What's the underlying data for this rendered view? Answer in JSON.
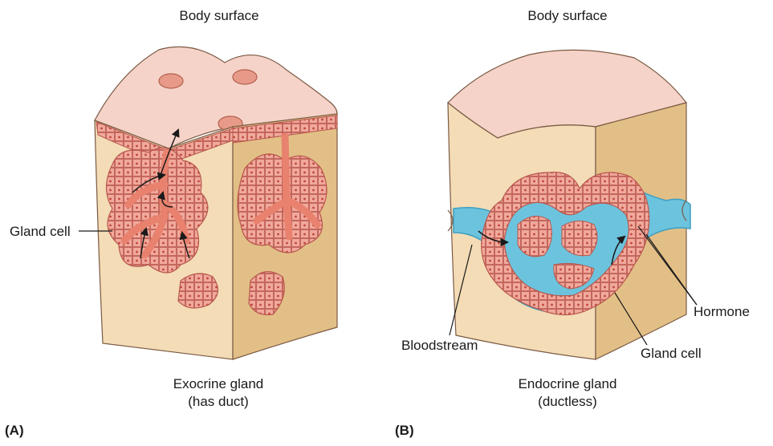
{
  "panels": [
    {
      "id": "A",
      "tag": "(A)",
      "top_label": "Body surface",
      "caption_line1": "Exocrine gland",
      "caption_line2": "(has duct)",
      "callouts": {
        "gland_cell": "Gland cell"
      }
    },
    {
      "id": "B",
      "tag": "(B)",
      "top_label": "Body surface",
      "caption_line1": "Endocrine gland",
      "caption_line2": "(ductless)",
      "callouts": {
        "bloodstream": "Bloodstream",
        "gland_cell": "Gland cell",
        "hormone": "Hormone"
      }
    }
  ],
  "colors": {
    "surface_top": "#f6d3c8",
    "tissue_front": "#f3dcb6",
    "tissue_side": "#e2bf86",
    "cell_fill": "#f0a99c",
    "cell_outline": "#b9574d",
    "duct": "#e8826e",
    "blood": "#6cc3dd",
    "blood_dark": "#3d9ec2"
  }
}
